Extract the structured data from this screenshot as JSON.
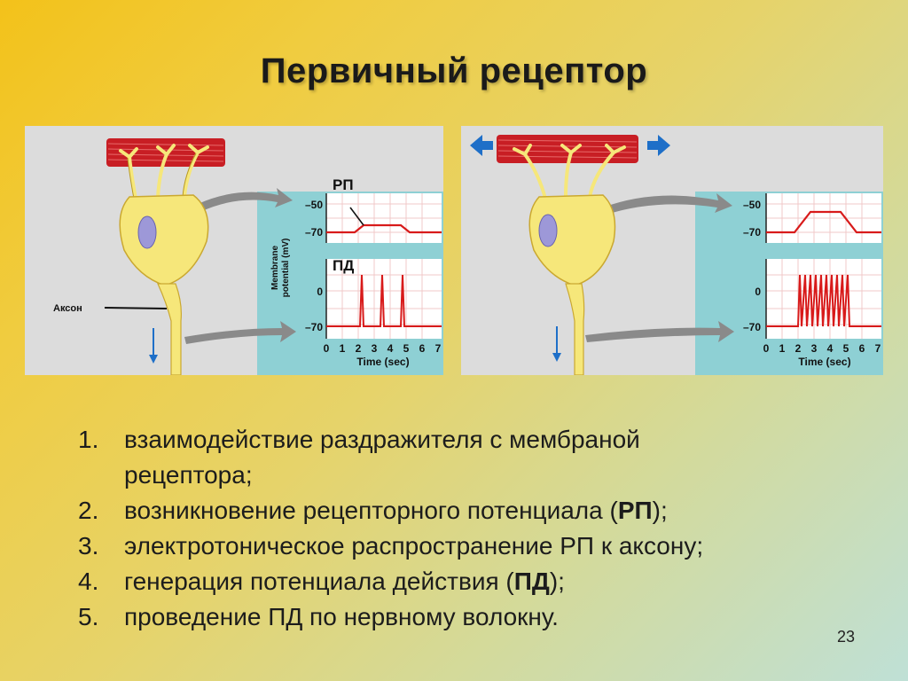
{
  "slide": {
    "title": "Первичный рецептор",
    "page_number": "23"
  },
  "figure": {
    "left": {
      "label_rp": "РП",
      "label_pd": "ПД",
      "axon_label": "Аксон",
      "y_axis_label_1": "Membrane",
      "y_axis_label_2": "potential (mV)",
      "rp_ticks": [
        "–50",
        "–70"
      ],
      "pd_ticks": [
        "0",
        "–70"
      ],
      "x_ticks": [
        "0",
        "1",
        "2",
        "3",
        "4",
        "5",
        "6",
        "7"
      ],
      "x_axis_label": "Time (sec)"
    },
    "right": {
      "rp_ticks": [
        "–50",
        "–70"
      ],
      "pd_ticks": [
        "0",
        "–70"
      ],
      "x_ticks": [
        "0",
        "1",
        "2",
        "3",
        "4",
        "5",
        "6",
        "7"
      ],
      "x_axis_label": "Time (sec)"
    },
    "colors": {
      "panel_bg": "#dcdcdc",
      "teal": "#8ed0d4",
      "trace": "#d81a1a",
      "grid": "#f0c8c8",
      "neuron": "#f6e77a",
      "nucleus": "#9d98d8",
      "muscle": "#c81e24",
      "arrow_blue": "#1e6fc8"
    }
  },
  "list": [
    {
      "num": "1.",
      "text": "взаимодействие раздражителя с мембраной"
    },
    {
      "num": "",
      "text": "рецептора;"
    },
    {
      "num": "2.",
      "pre": "возникновение рецепторного потенциала (",
      "bold": "РП",
      "post": ");"
    },
    {
      "num": "3.",
      "text": "электротоническое распространение РП к аксону;"
    },
    {
      "num": "4.",
      "pre": "генерация потенциала действия (",
      "bold": "ПД",
      "post": ");"
    },
    {
      "num": "5.",
      "text": "проведение ПД по нервному волокну."
    }
  ]
}
